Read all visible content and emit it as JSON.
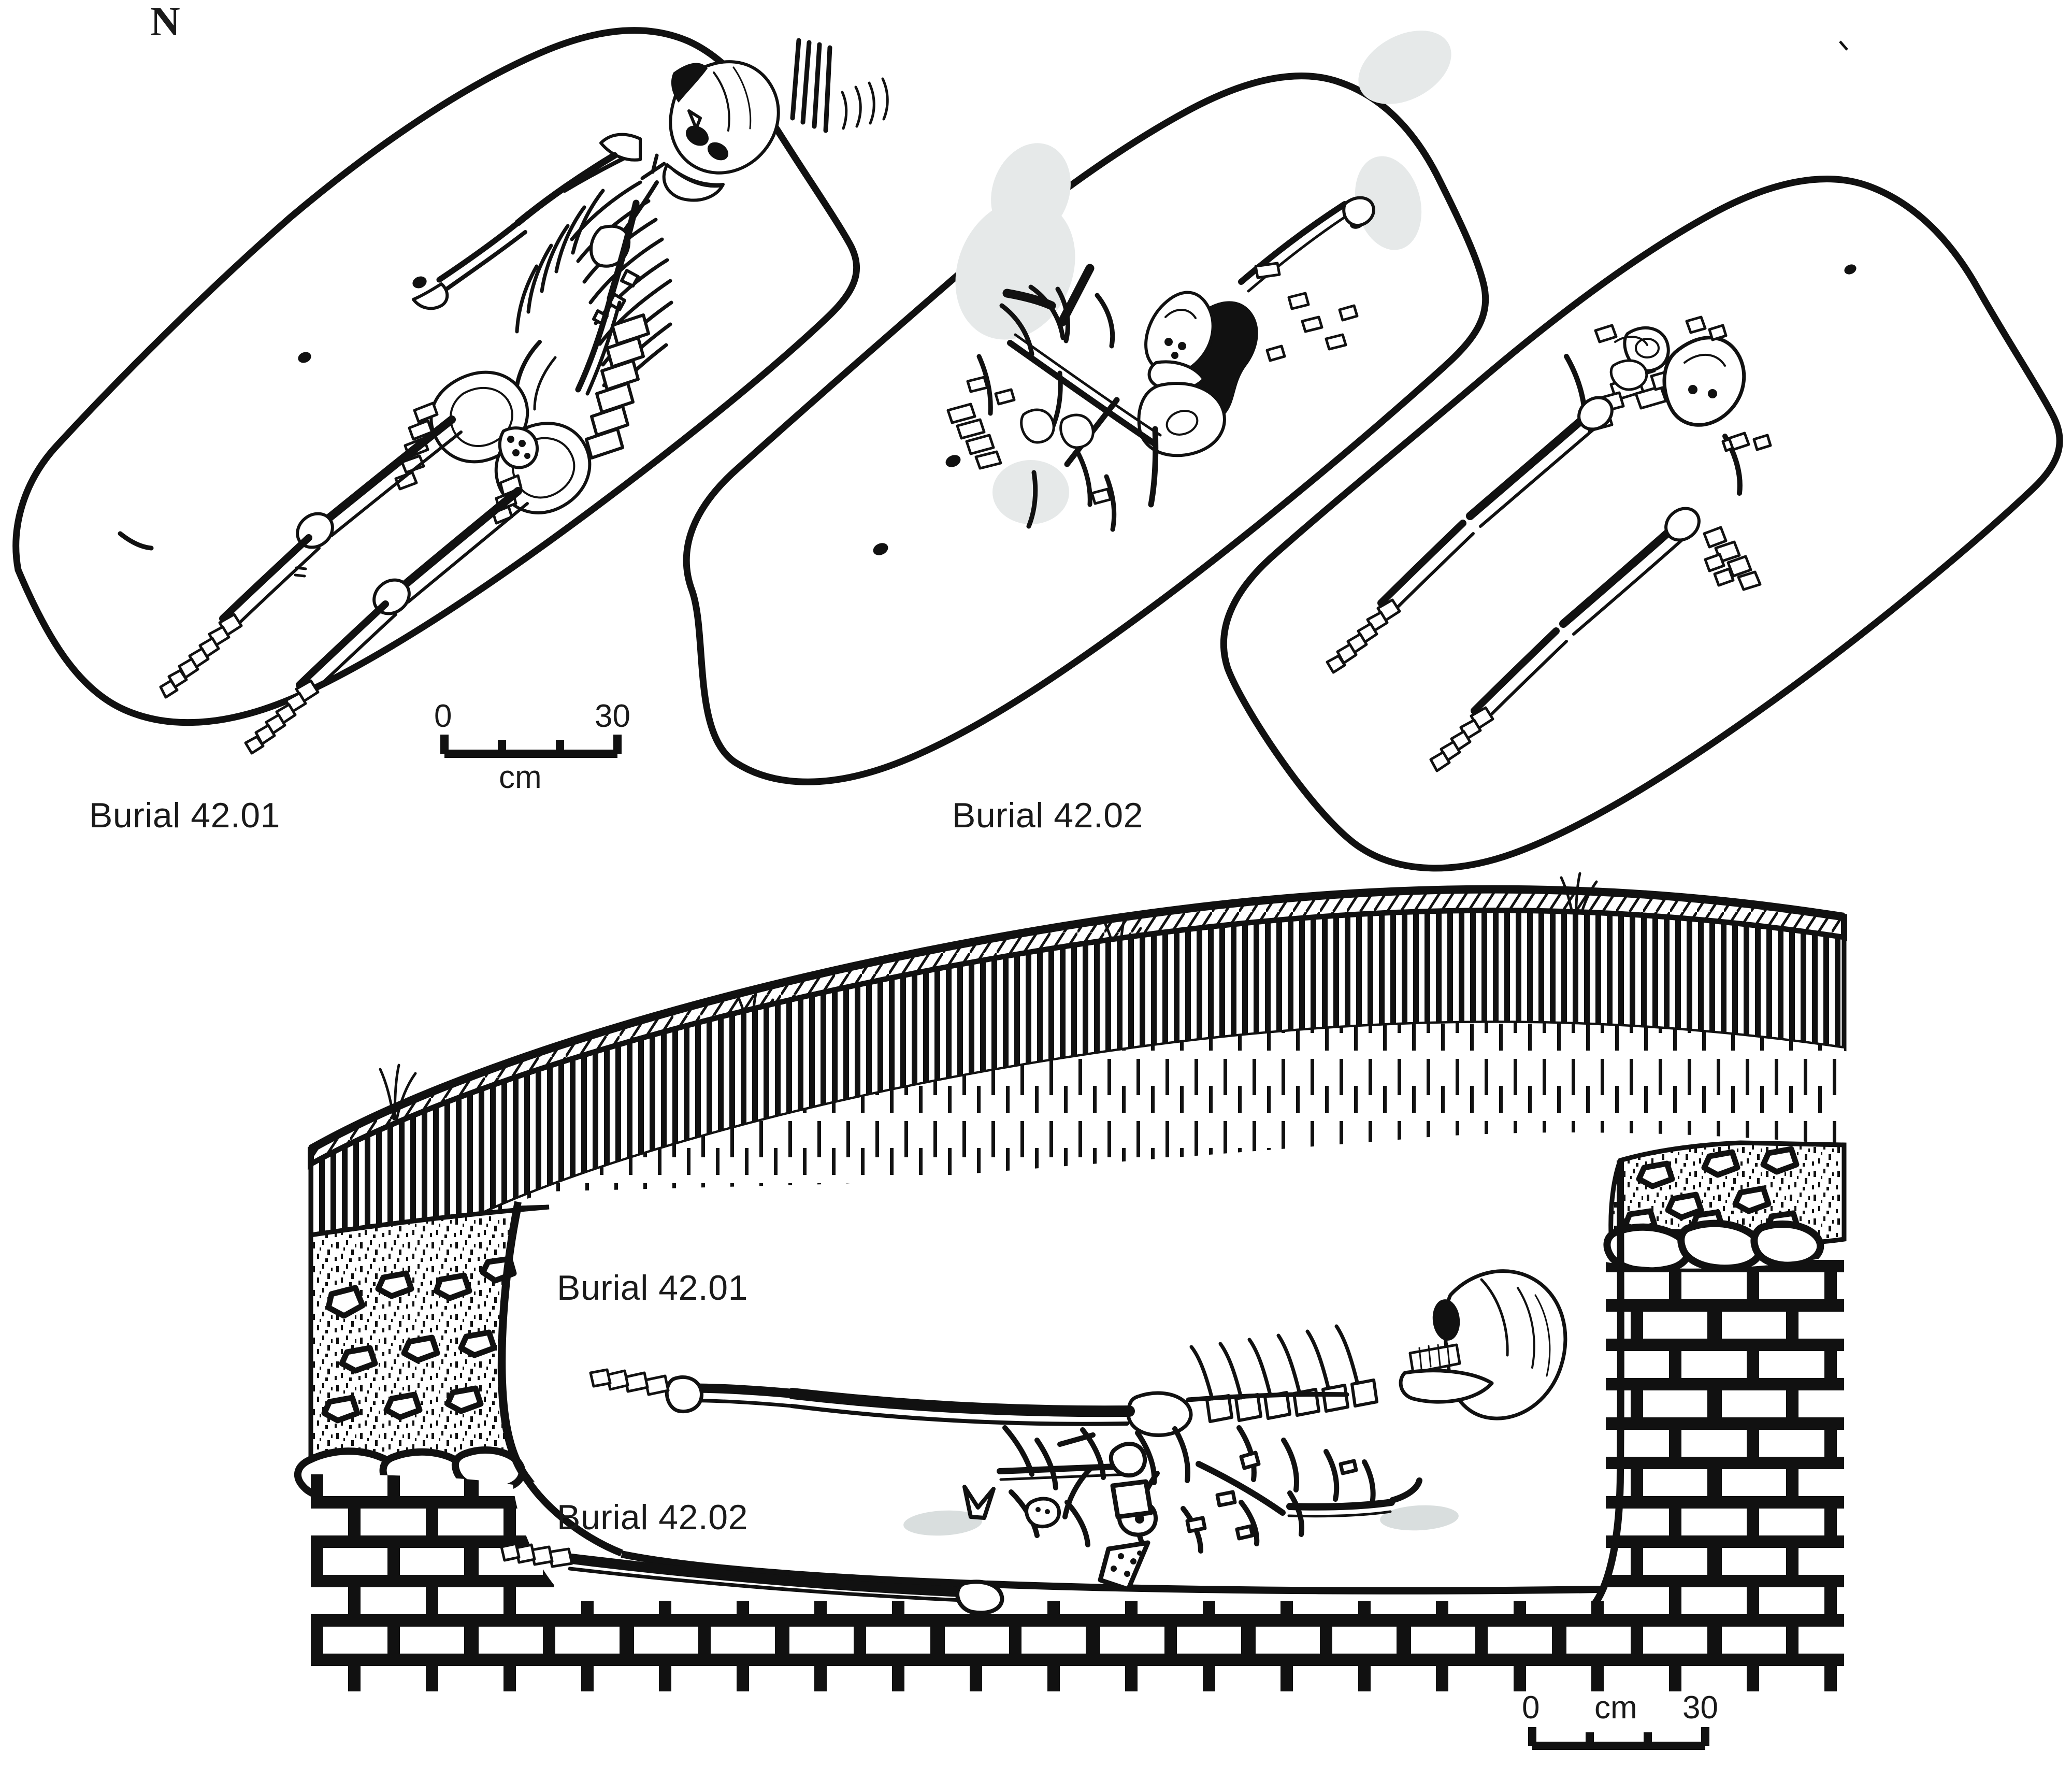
{
  "figure": {
    "type": "archaeological-burial-plan-and-section",
    "orientation_marker": "N"
  },
  "plan": {
    "north_label": "N",
    "burials": [
      {
        "id": "42.01",
        "label": "Burial 42.01"
      },
      {
        "id": "42.02",
        "label": "Burial 42.02"
      }
    ],
    "scale": {
      "min_label": "0",
      "max_label": "30",
      "unit_label": "cm",
      "min_value": 0,
      "max_value": 30,
      "ticks": [
        0,
        10,
        20,
        30
      ]
    }
  },
  "section": {
    "burial_labels": [
      {
        "id": "42.01",
        "label": "Burial 42.01"
      },
      {
        "id": "42.02",
        "label": "Burial 42.02"
      }
    ],
    "scale": {
      "min_label": "0",
      "max_label": "30",
      "unit_label": "cm",
      "min_value": 0,
      "max_value": 30,
      "ticks": [
        0,
        10,
        20,
        30
      ]
    },
    "strata": [
      {
        "name": "turf-topsoil",
        "hatch": "diagonal-brick-hatch"
      },
      {
        "name": "dark-fill",
        "hatch": "dense-vertical-lines"
      },
      {
        "name": "lighter-fill",
        "hatch": "sparse-vertical-dashes"
      },
      {
        "name": "gravel-rubble",
        "hatch": "stipple-with-stones"
      },
      {
        "name": "brick-masonry",
        "hatch": "running-bond-bricks"
      }
    ]
  },
  "colors": {
    "ink": "#111111",
    "paper": "#ffffff",
    "bone_fill": "#ffffff",
    "stain_gray": "#e6e9e9",
    "shadow_gray": "#d9dede"
  }
}
